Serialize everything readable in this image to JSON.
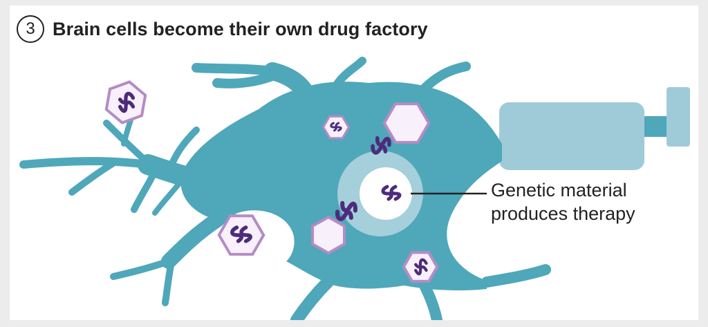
{
  "header": {
    "step_number": "3",
    "title": "Brain cells become their own drug factory"
  },
  "annotation": {
    "line1": "Genetic material",
    "line2": "produces therapy"
  },
  "colors": {
    "neuron": "#4fa7ba",
    "nucleus_ring": "#a4cfdb",
    "nucleus": "#ffffff",
    "syringe": "#9fcbd9",
    "hexagon_border": "#b48cc4",
    "hexagon_fill": "#f8f0fa",
    "genetic_material": "#4d2c7a"
  }
}
